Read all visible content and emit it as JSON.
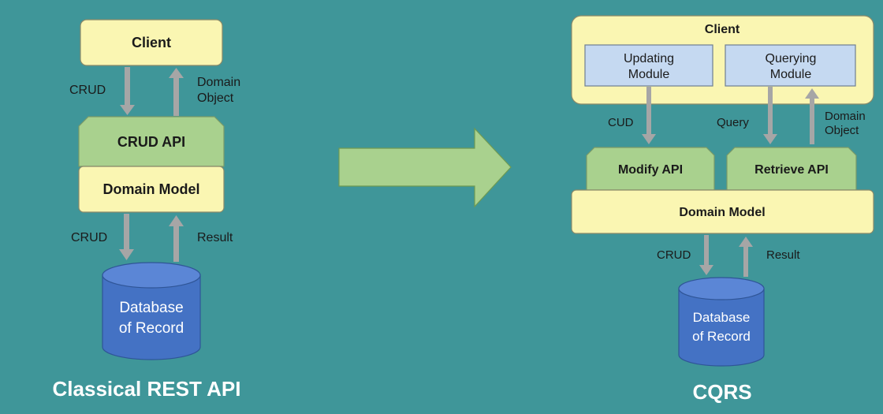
{
  "left": {
    "client": "Client",
    "crud_down_label": "CRUD",
    "domain_object_label_line1": "Domain",
    "domain_object_label_line2": "Object",
    "api": "CRUD API",
    "domain_model": "Domain Model",
    "crud_db_label": "CRUD",
    "result_label": "Result",
    "database_line1": "Database",
    "database_line2": "of Record",
    "caption": "Classical REST API"
  },
  "right": {
    "client": "Client",
    "updating_line1": "Updating",
    "updating_line2": "Module",
    "querying_line1": "Querying",
    "querying_line2": "Module",
    "cud_label": "CUD",
    "query_label": "Query",
    "domain_object_label_line1": "Domain",
    "domain_object_label_line2": "Object",
    "modify_api": "Modify API",
    "retrieve_api": "Retrieve API",
    "domain_model": "Domain Model",
    "crud_label": "CRUD",
    "result_label": "Result",
    "database_line1": "Database",
    "database_line2": "of Record",
    "caption": "CQRS"
  },
  "colors": {
    "background": "#3f9699",
    "yellow_box": "#faf6b2",
    "green_box": "#a9d18e",
    "blue_module": "#c5d9f1",
    "database": "#4472c4",
    "arrow_gray": "#a6a6a6",
    "big_arrow": "#a9d18e"
  }
}
